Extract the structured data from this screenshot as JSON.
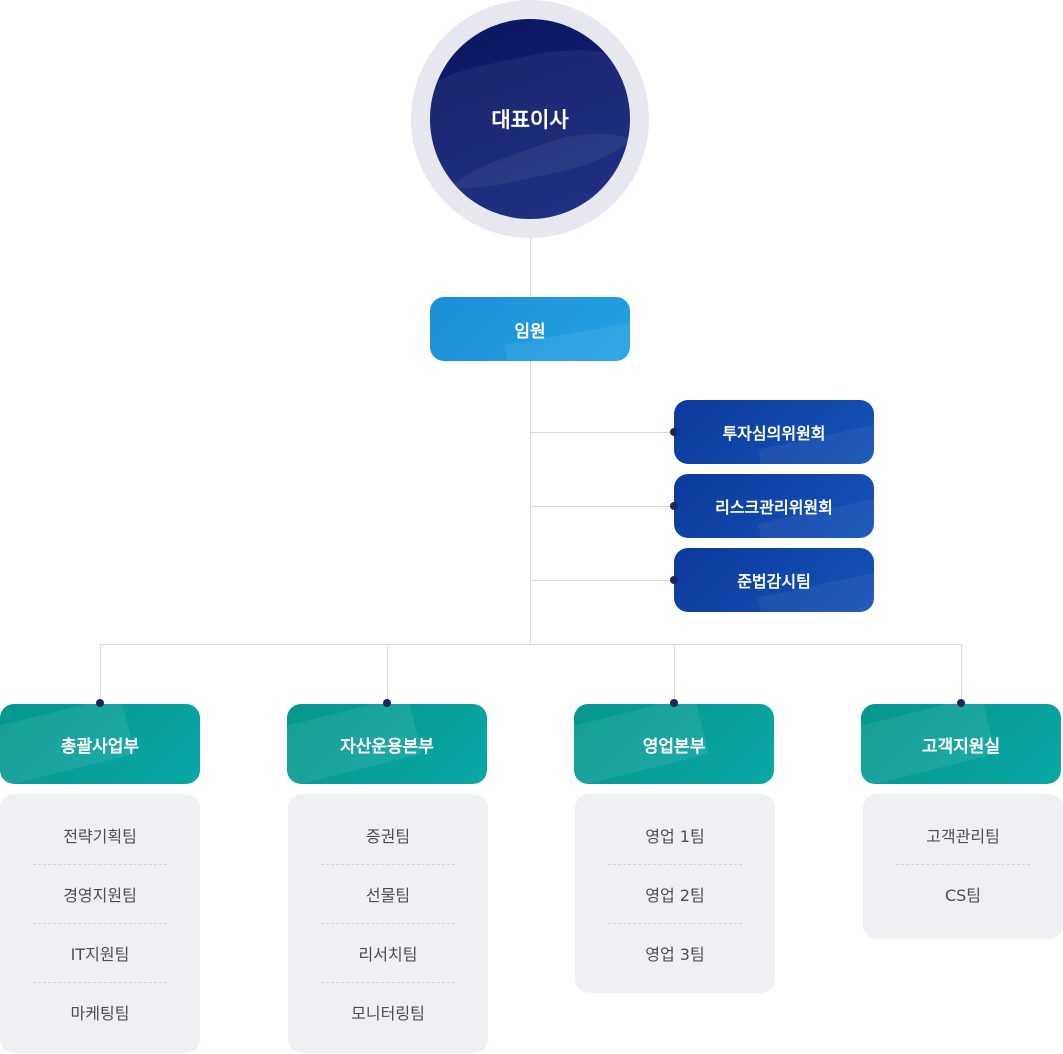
{
  "ceo": {
    "label": "대표이사"
  },
  "executive": {
    "label": "임원"
  },
  "committees": [
    {
      "label": "투자심의위원회"
    },
    {
      "label": "리스크관리위원회"
    },
    {
      "label": "준법감시팀"
    }
  ],
  "divisions": [
    {
      "label": "총괄사업부",
      "teams": [
        "전략기획팀",
        "경영지원팀",
        "IT지원팀",
        "마케팅팀"
      ]
    },
    {
      "label": "자산운용본부",
      "teams": [
        "증권팀",
        "선물팀",
        "리서치팀",
        "모니터링팀"
      ]
    },
    {
      "label": "영업본부",
      "teams": [
        "영업 1팀",
        "영업 2팀",
        "영업 3팀"
      ]
    },
    {
      "label": "고객지원실",
      "teams": [
        "고객관리팀",
        "CS팀"
      ]
    }
  ],
  "colors": {
    "ceo": "#0e1d6e",
    "executive": "#22a2e2",
    "committee": "#1552b8",
    "division": "#0aa8a6",
    "team_bg": "#eff0f4",
    "connector": "#d6d8de",
    "dot": "#1c2462"
  }
}
